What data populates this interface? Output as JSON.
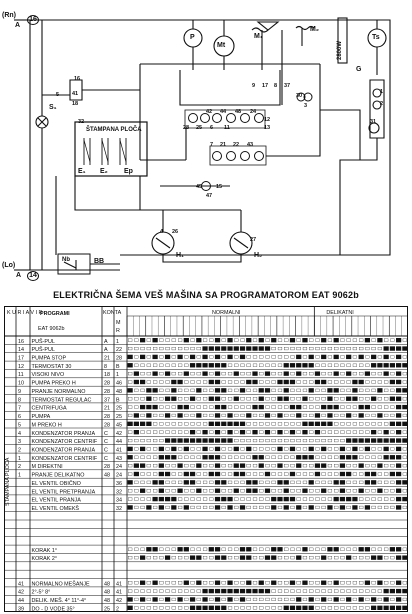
{
  "schematic": {
    "labels": {
      "line_top": "(Rn)",
      "terminal_a_top": "A",
      "terminal_16": "16",
      "s1": "S₁",
      "p": "P",
      "mt": "Mt",
      "m1": "M₁",
      "m2": "M₂",
      "resistor": "2800W",
      "ts": "Ts",
      "g": "G",
      "board": "ŠTAMPANA PLOČA",
      "e1": "E₁",
      "e2": "E₂",
      "ep": "Ep",
      "h1": "H₁",
      "h2": "H₂",
      "bb": "BB",
      "nb": "Nb",
      "line_bottom": "(Lo)",
      "terminal_a_bottom": "A",
      "terminal_14": "14"
    },
    "contacts": [
      "16",
      "41",
      "18",
      "5",
      "32",
      "42",
      "44",
      "48",
      "24",
      "28",
      "25",
      "6",
      "11",
      "12",
      "13",
      "7",
      "21",
      "22",
      "43",
      "45",
      "47",
      "15",
      "9",
      "17",
      "8",
      "37",
      "30",
      "31",
      "1",
      "2",
      "3",
      "4",
      "26",
      "27"
    ]
  },
  "title": "ELEKTRIČNA ŠEMA VEŠ MAŠINA SA PROGRAMATOROM EAT 9062b",
  "table": {
    "col_kuriavir": "K U R I A V I R",
    "col_programi": "PROGRAMI",
    "model": "EAT 9062b",
    "col_kontakt": "KONTA",
    "col_m": "M",
    "col_r": "R",
    "section_normal": "NORMALNI",
    "section_delicate": "DELIKATNI",
    "side_label": "ŠTAMPANA PLOČA",
    "rows": [
      {
        "n": "16",
        "name": "PUŠ-PUL",
        "c1": "A",
        "c2": "1"
      },
      {
        "n": "14",
        "name": "PUŠ-PUL",
        "c1": "A",
        "c2": "22"
      },
      {
        "n": "17",
        "name": "PUMPA STOP",
        "c1": "21",
        "c2": "28"
      },
      {
        "n": "12",
        "name": "TERMOSTAT 30",
        "c1": "8",
        "c2": "B"
      },
      {
        "n": "11",
        "name": "VISOKI NIVO",
        "c1": "18",
        "c2": "1"
      },
      {
        "n": "10",
        "name": "PUMPA PREKO H",
        "c1": "28",
        "c2": "46"
      },
      {
        "n": "9",
        "name": "PRANJE NORMALNO",
        "c1": "28",
        "c2": "48"
      },
      {
        "n": "8",
        "name": "TERMOSTAT REGULAC",
        "c1": "37",
        "c2": "B"
      },
      {
        "n": "7",
        "name": "CENTRIFUGA",
        "c1": "21",
        "c2": "25"
      },
      {
        "n": "6",
        "name": "PUMPA",
        "c1": "28",
        "c2": "25"
      },
      {
        "n": "5",
        "name": "M PREKO H",
        "c1": "28",
        "c2": "45"
      },
      {
        "n": "4",
        "name": "KONDENZATOR PRANJA",
        "c1": "C",
        "c2": "42"
      },
      {
        "n": "3",
        "name": "KONDENZATOR CENTRIF",
        "c1": "C",
        "c2": "44"
      },
      {
        "n": "2",
        "name": "KONDENZATOR PRANJA",
        "c1": "C",
        "c2": "41"
      },
      {
        "n": "1",
        "name": "KONDENZATOR CENTRIF",
        "c1": "C",
        "c2": "43"
      },
      {
        "n": "2",
        "name": "M DIREKTNI",
        "c1": "28",
        "c2": "24"
      },
      {
        "n": "1",
        "name": "PRANJE DELIKATNO",
        "c1": "48",
        "c2": "24"
      },
      {
        "n": "",
        "name": "EL VENTIL OBIČNO",
        "c1": "",
        "c2": "36"
      },
      {
        "n": "",
        "name": "EL VENTIL PRETPRANJA",
        "c1": "",
        "c2": "32"
      },
      {
        "n": "",
        "name": "EL VENTIL PRANJA",
        "c1": "",
        "c2": "34"
      },
      {
        "n": "",
        "name": "EL VENTIL OMEKŠ",
        "c1": "",
        "c2": "32"
      },
      {
        "n": "",
        "name": "",
        "c1": "",
        "c2": ""
      },
      {
        "n": "",
        "name": "",
        "c1": "",
        "c2": ""
      },
      {
        "n": "",
        "name": "",
        "c1": "",
        "c2": ""
      },
      {
        "n": "",
        "name": "",
        "c1": "",
        "c2": ""
      },
      {
        "n": "",
        "name": "KORAK 1°",
        "c1": "",
        "c2": ""
      },
      {
        "n": "",
        "name": "KORAK 2°",
        "c1": "",
        "c2": ""
      },
      {
        "n": "",
        "name": "",
        "c1": "",
        "c2": ""
      },
      {
        "n": "",
        "name": "",
        "c1": "",
        "c2": ""
      },
      {
        "n": "41",
        "name": "NORMALNO MEŠANJE",
        "c1": "48",
        "c2": "41"
      },
      {
        "n": "42",
        "name": "2°-5° 8°",
        "c1": "48",
        "c2": "41"
      },
      {
        "n": "44",
        "name": "DELIK. MEŠ. 4° 11°-4°",
        "c1": "48",
        "c2": "42"
      },
      {
        "n": "39",
        "name": "DO - D VODE 35°",
        "c1": "25",
        "c2": "2"
      }
    ]
  }
}
